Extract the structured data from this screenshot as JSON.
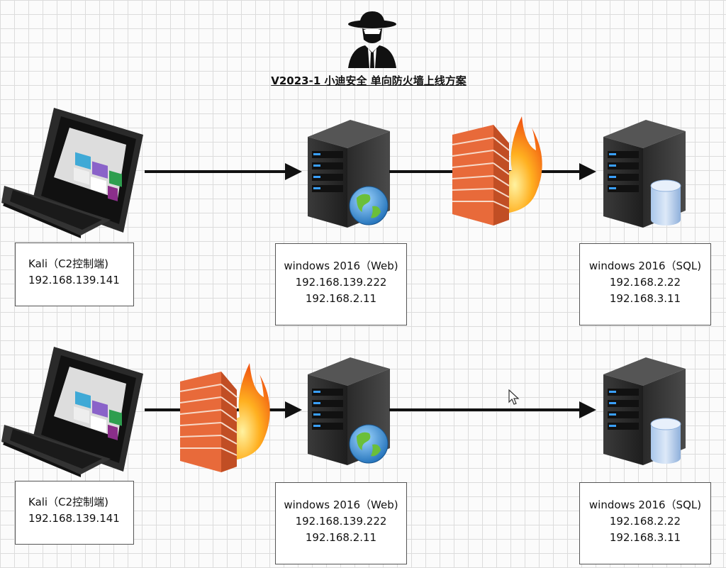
{
  "title": "V2023-1 小迪安全 单向防火墙上线方案",
  "diagrams": [
    {
      "kali": {
        "line1": "Kali（C2控制端)",
        "line2": "192.168.139.141"
      },
      "web": {
        "line1": "windows 2016（Web)",
        "line2": "192.168.139.222",
        "line3": "192.168.2.11"
      },
      "sql": {
        "line1": "windows 2016（SQL)",
        "line2": "192.168.2.22",
        "line3": "192.168.3.11"
      },
      "firewall_position": "between web and sql"
    },
    {
      "kali": {
        "line1": "Kali（C2控制端)",
        "line2": "192.168.139.141"
      },
      "web": {
        "line1": "windows 2016（Web)",
        "line2": "192.168.139.222",
        "line3": "192.168.2.11"
      },
      "sql": {
        "line1": "windows 2016（SQL)",
        "line2": "192.168.2.22",
        "line3": "192.168.3.11"
      },
      "firewall_position": "between kali and web"
    }
  ],
  "icons": [
    "hacker-icon",
    "laptop-icon",
    "server-icon",
    "globe-icon",
    "database-icon",
    "firewall-icon",
    "mouse-cursor-icon"
  ]
}
